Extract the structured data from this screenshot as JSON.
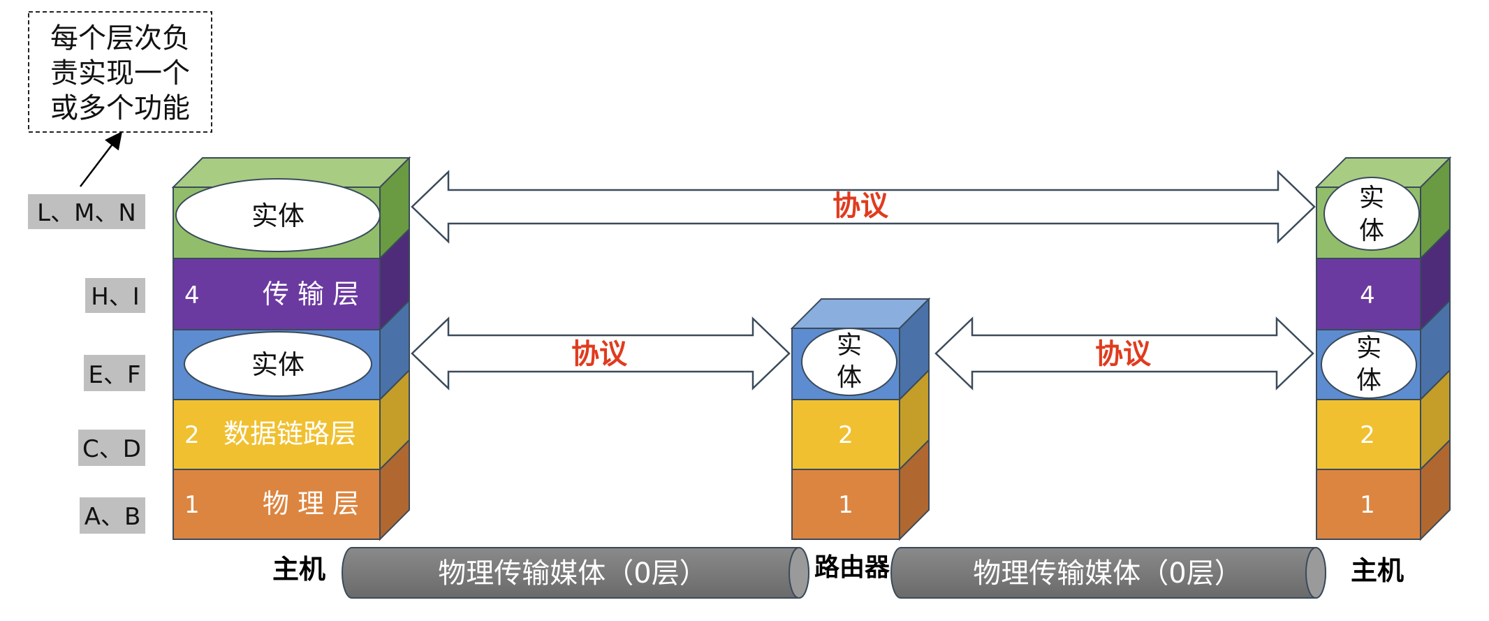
{
  "note": {
    "lines": [
      "每个层次负",
      "责实现一个",
      "或多个功能"
    ]
  },
  "side_labels": [
    "L、M、N",
    "H、I",
    "E、F",
    "C、D",
    "A、B"
  ],
  "hosts": {
    "left": {
      "caption": "主机",
      "entity_label": "实体",
      "layer4": {
        "num": "4",
        "name": "传 输 层"
      },
      "entity2_label": "实体",
      "layer2": {
        "num": "2",
        "name": "数据链路层"
      },
      "layer1": {
        "num": "1",
        "name": "物 理 层"
      }
    },
    "router": {
      "caption": "路由器",
      "entity_line1": "实",
      "entity_line2": "体",
      "layer2_num": "2",
      "layer1_num": "1"
    },
    "right": {
      "caption": "主机",
      "entity_line1": "实",
      "entity_line2": "体",
      "layer4_num": "4",
      "entity2_line1": "实",
      "entity2_line2": "体",
      "layer2_num": "2",
      "layer1_num": "1"
    }
  },
  "protocols": {
    "top": "协议",
    "left_router": "协议",
    "router_right": "协议"
  },
  "media": {
    "left": "物理传输媒体（0层）",
    "right": "物理传输媒体（0层）"
  },
  "colors": {
    "green": "#92BE6B",
    "purple": "#6B3AA0",
    "blue": "#5D8DD0",
    "yellow": "#F0C030",
    "orange": "#DC8540",
    "protocol_red": "#E03B1E",
    "media_gray": "#7F7F7F",
    "label_bg": "#BFBFBF"
  }
}
